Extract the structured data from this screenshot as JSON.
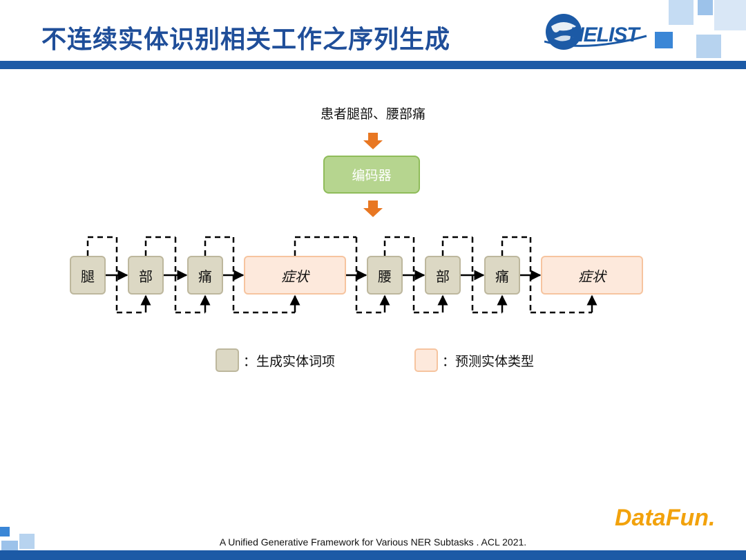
{
  "slide": {
    "title": "不连续实体识别相关工作之序列生成",
    "citation": "A Unified Generative Framework for Various NER Subtasks . ACL 2021."
  },
  "logos": {
    "nelist": "NELIST",
    "datafun": "DataFun."
  },
  "diagram": {
    "input_sentence": "患者腿部、腰部痛",
    "encoder_label": "编码器",
    "tokens": [
      {
        "text": "腿",
        "kind": "generated"
      },
      {
        "text": "部",
        "kind": "generated"
      },
      {
        "text": "痛",
        "kind": "generated"
      },
      {
        "text": "症状",
        "kind": "predicted-type"
      },
      {
        "text": "腰",
        "kind": "generated"
      },
      {
        "text": "部",
        "kind": "generated"
      },
      {
        "text": "痛",
        "kind": "generated"
      },
      {
        "text": "症状",
        "kind": "predicted-type"
      }
    ]
  },
  "legend": {
    "generated_label": "：生成实体词项",
    "predicted_label": "：预测实体类型"
  },
  "colors": {
    "brand_blue": "#1c5aa6",
    "arrow_orange": "#e87722",
    "encoder_green": "#b6d58f",
    "generated_fill": "#dcd8c4",
    "predicted_fill": "#fde9dc"
  }
}
